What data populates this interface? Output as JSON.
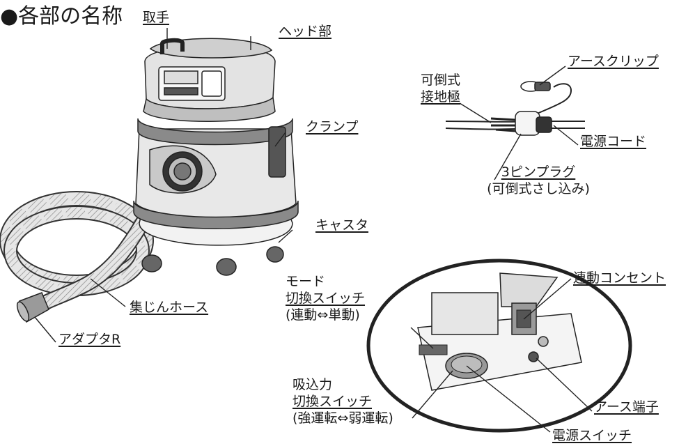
{
  "title": "●各部の名称",
  "labels": {
    "handle": "取手",
    "head": "ヘッド部",
    "clamp": "クランプ",
    "caster": "キャスタ",
    "hose": "集じんホース",
    "adapter": "アダプタR",
    "earth_clip": "アースクリップ",
    "foldable_pin_line1": "可倒式",
    "foldable_pin_line2": "接地極",
    "power_cord": "電源コード",
    "plug_line1": "3ピンプラグ",
    "plug_line2": "(可倒式さし込み)",
    "linked_outlet": "連動コンセント",
    "mode_switch_line1": "モード",
    "mode_switch_line2": "切換スイッチ",
    "mode_switch_line3": "(連動⇔単動)",
    "suction_switch_line1": "吸込力",
    "suction_switch_line2": "切換スイッチ",
    "suction_switch_line3": "(強運転⇔弱運転)",
    "earth_terminal": "アース端子",
    "power_switch": "電源スイッチ"
  }
}
